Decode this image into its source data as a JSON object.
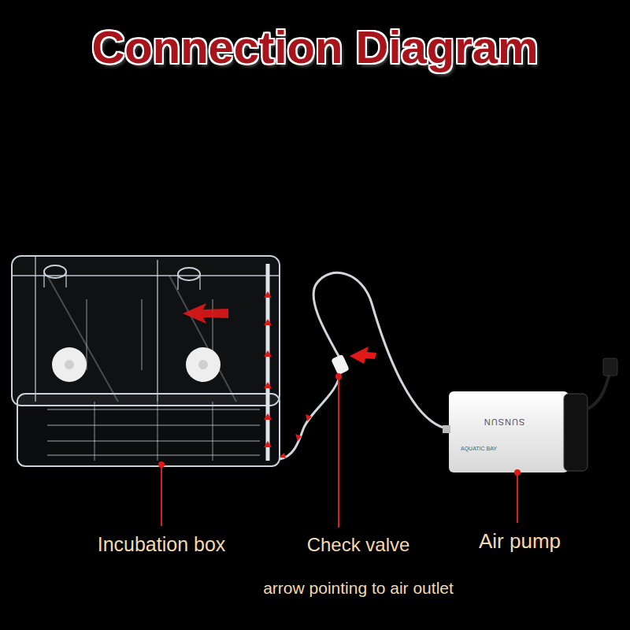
{
  "diagram": {
    "title": "Connection Diagram",
    "labels": [
      "Incubation box",
      "Check valve",
      "arrow pointing to air outlet",
      "Air pump",
      "SUNSUN",
      "AQUATIC BAY"
    ]
  }
}
